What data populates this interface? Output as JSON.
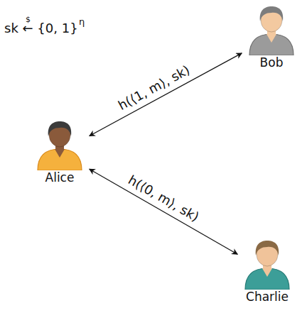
{
  "diagram": {
    "nodes": [
      {
        "text": [
          "Bob"
        ]
      },
      {
        "text": [
          "Alice"
        ]
      },
      {
        "text": [
          "Charlie"
        ]
      }
    ],
    "edges": [
      {
        "from": 1,
        "to": 0,
        "arrow": "both",
        "label": "h(⟨1, m⟩, sk)"
      },
      {
        "from": 1,
        "to": 2,
        "arrow": "both",
        "label": "h(⟨0, m⟩, sk)"
      }
    ],
    "labels": [
      "sk ← {0, 1}",
      "$",
      "η"
    ]
  }
}
